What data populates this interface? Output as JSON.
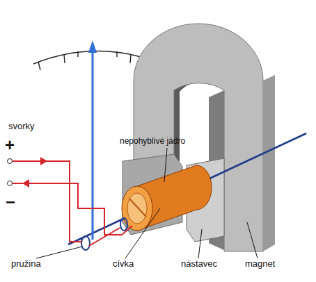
{
  "diagram": {
    "labels": [
      "svorky",
      "+",
      "−",
      "nepohyblivé jádro",
      "pružina",
      "cívka",
      "nástavec",
      "magnet"
    ]
  }
}
